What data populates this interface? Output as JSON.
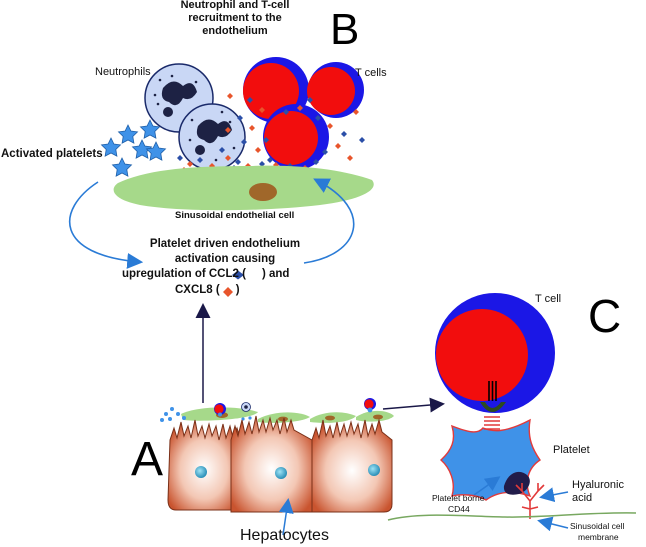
{
  "panels": {
    "a": "A",
    "b": "B",
    "c": "C"
  },
  "title": {
    "line1": "Neutrophil and T-cell",
    "line2": "recruitment to the",
    "line3": "endothelium"
  },
  "labels": {
    "neutrophils": "Neutrophils",
    "t_cells": "T cells",
    "activated_platelets": "Activated platelets",
    "sinusoidal_endothelial_cell": "Sinusoidal endothelial cell",
    "activation_line1": "Platelet driven endothelium",
    "activation_line2": "activation causing",
    "activation_line3_pre": "upregulation of CCL2 (",
    "activation_line3_post": ") and",
    "activation_line4_pre": "CXCL8 (",
    "activation_line4_post": ")",
    "hepatocytes": "Hepatocytes",
    "t_cell": "T cell",
    "platelet": "Platelet",
    "hyaluronic_line1": "Hyaluronic",
    "hyaluronic_line2": "acid",
    "cd44_line1": "Platelet borne",
    "cd44_line2": "CD44",
    "membrane_line1": "Sinusoidal cell",
    "membrane_line2": "membrane"
  },
  "colors": {
    "ccl2": "#2b4fa8",
    "cxcl8": "#e8552c",
    "tcell_outer": "#1b17e6",
    "tcell_inner": "#f20d0d",
    "platelet": "#3f92e8",
    "endothelium": "#a6d98a",
    "neutrophil": "#c9d7f5",
    "hepatocyte": "#cc5a3a",
    "arrow_blue": "#2a7bd6",
    "arrow_dark": "#1a1848"
  }
}
